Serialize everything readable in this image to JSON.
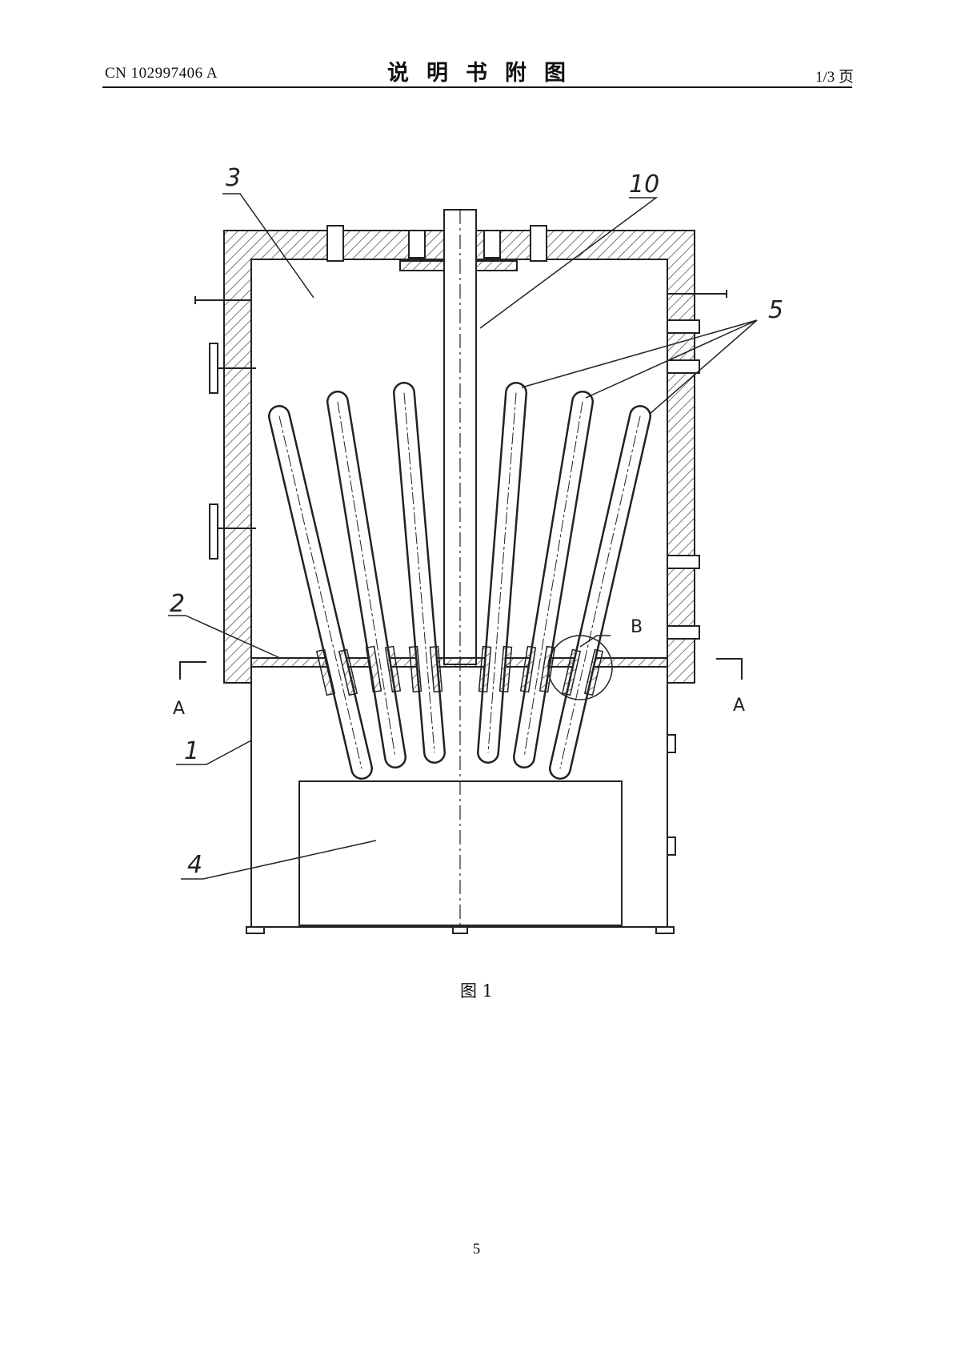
{
  "header": {
    "doc_number": "CN 102997406 A",
    "title": "说明书附图",
    "page_count": "1/3 页"
  },
  "figure": {
    "labels": {
      "l1": "1",
      "l2": "2",
      "l3": "3",
      "l4": "4",
      "l5": "5",
      "l10": "10",
      "detail_b": "B",
      "section_left": "A",
      "section_right": "A"
    },
    "caption": "图 1"
  },
  "footer": {
    "page_number": "5"
  }
}
